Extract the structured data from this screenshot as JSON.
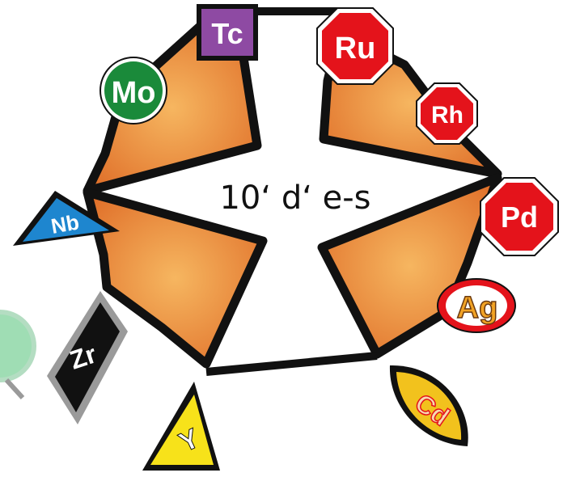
{
  "center_label": "10ʻ dʻ e-s",
  "elements": {
    "tc": {
      "symbol": "Tc",
      "color": "#8e4aa3"
    },
    "mo": {
      "symbol": "Mo",
      "color": "#1a8a3a"
    },
    "ru": {
      "symbol": "Ru",
      "color": "#e4131b"
    },
    "rh": {
      "symbol": "Rh",
      "color": "#e4131b"
    },
    "pd": {
      "symbol": "Pd",
      "color": "#e4131b"
    },
    "nb": {
      "symbol": "Nb",
      "color": "#1e86cf"
    },
    "ag": {
      "symbol": "Ag",
      "color": "#e4131b"
    },
    "zr": {
      "symbol": "Zr",
      "color": "#111111"
    },
    "cd": {
      "symbol": "Cd",
      "color": "#f2c21d"
    },
    "y": {
      "symbol": "Y",
      "color": "#f7e21a"
    }
  },
  "colors": {
    "wedge_inner": "#f6b660",
    "wedge_outer": "#e0702a",
    "outline": "#111111"
  }
}
